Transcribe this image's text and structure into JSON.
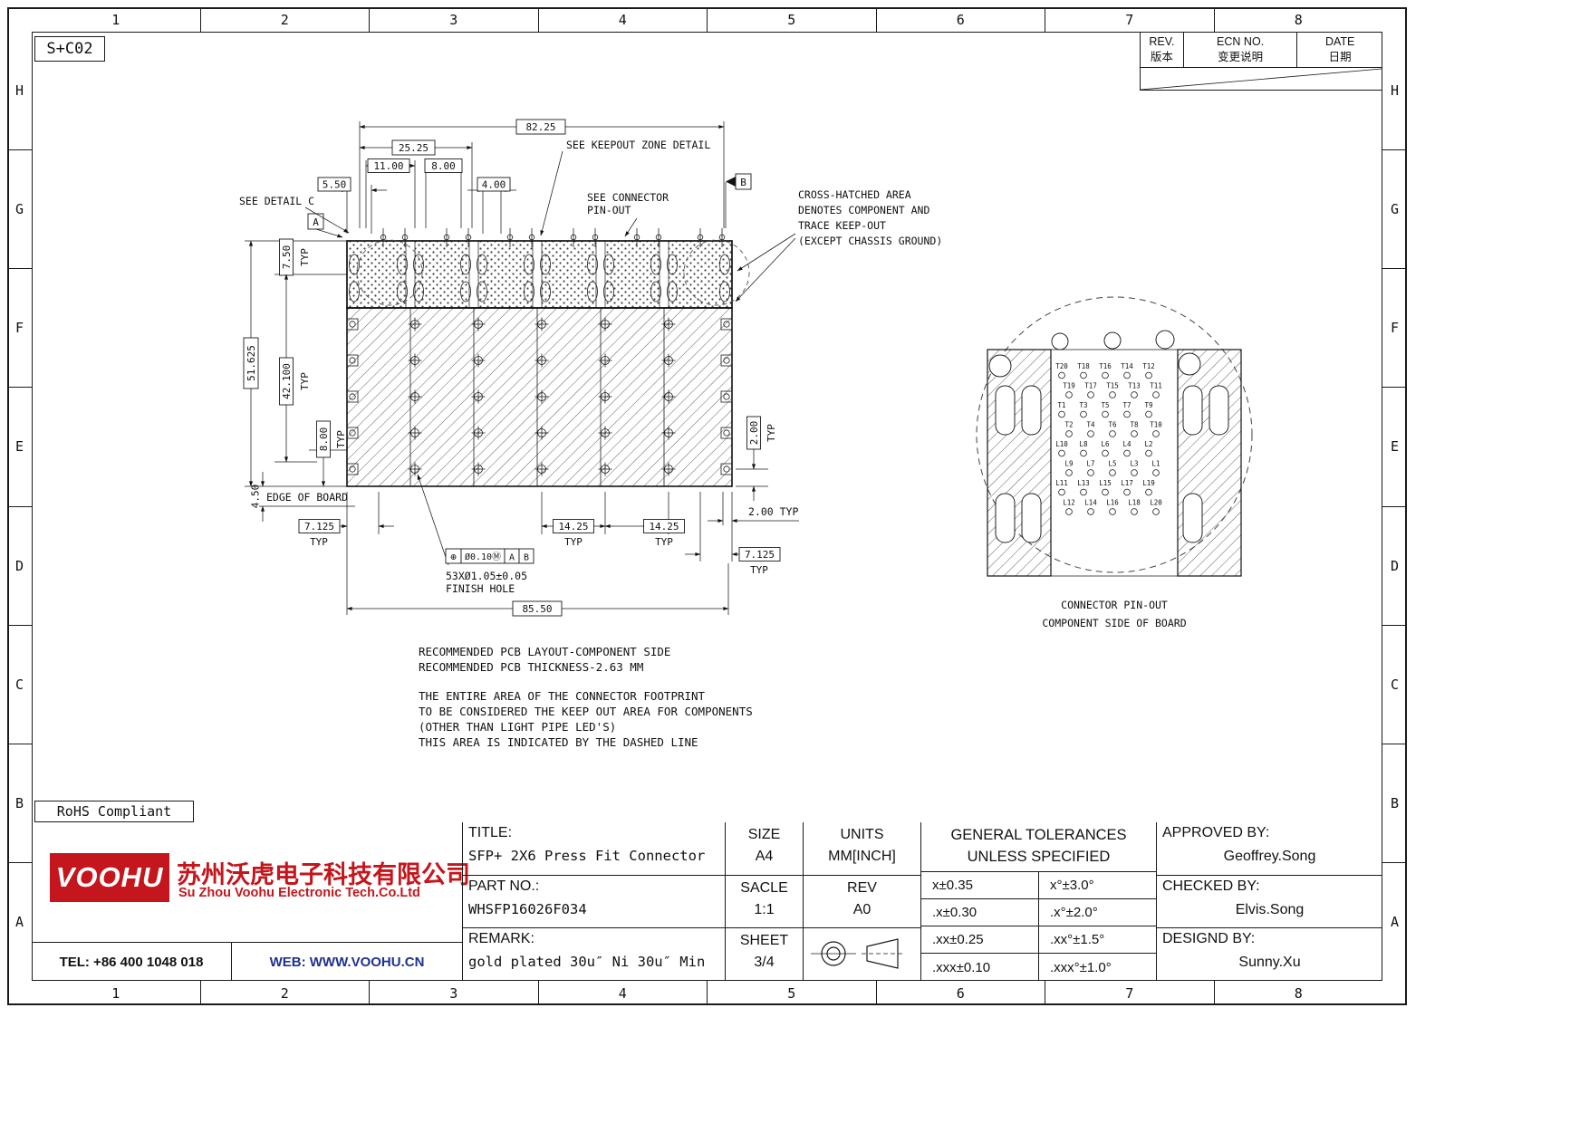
{
  "frame": {
    "code": "S+C02",
    "cols": [
      "1",
      "2",
      "3",
      "4",
      "5",
      "6",
      "7",
      "8"
    ],
    "rows": [
      "H",
      "G",
      "F",
      "E",
      "D",
      "C",
      "B",
      "A"
    ],
    "rohs": "RoHS Compliant"
  },
  "rev_table": {
    "rev1": "REV.",
    "rev2": "版本",
    "ecn1": "ECN NO.",
    "ecn2": "变更说明",
    "date1": "DATE",
    "date2": "日期"
  },
  "cad": {
    "dim_82_25": "82.25",
    "dim_25_25": "25.25",
    "dim_11_00": "11.00",
    "dim_8_00_top": "8.00",
    "dim_5_50": "5.50",
    "dim_4_00": "4.00",
    "dim_7_50": "7.50",
    "dim_51_625": "51.625",
    "dim_42_100": "42.100",
    "dim_8_00_left": "8.00",
    "dim_4_50": "4.50",
    "dim_7_125_left": "7.125",
    "dim_14_25_a": "14.25",
    "dim_14_25_b": "14.25",
    "dim_2_00_typ_h": "2.00 TYP",
    "dim_7_125_right": "7.125",
    "dim_2_00_right": "2.00",
    "dim_85_50": "85.50",
    "typ": "TYP",
    "edge_of_board": "EDGE OF BOARD",
    "see_keepout": "SEE KEEPOUT ZONE DETAIL",
    "see_detail_c": "SEE DETAIL C",
    "see_connector_1": "SEE CONNECTOR",
    "see_connector_2": "PIN-OUT",
    "crosshatch_1": "CROSS-HATCHED AREA",
    "crosshatch_2": "DENOTES COMPONENT AND",
    "crosshatch_3": "TRACE KEEP-OUT",
    "crosshatch_4": "(EXCEPT CHASSIS GROUND)",
    "datum_a": "A",
    "datum_b": "B",
    "fcf_sym": "⊕",
    "fcf_tol": "Ø0.10Ⓜ",
    "fcf_a": "A",
    "fcf_b": "B",
    "hole_note_1": "53XØ1.05±0.05",
    "hole_note_2": "FINISH HOLE",
    "note_1": "RECOMMENDED PCB LAYOUT-COMPONENT SIDE",
    "note_2": "RECOMMENDED PCB THICKNESS-2.63 MM",
    "note_3": "THE ENTIRE AREA OF THE CONNECTOR FOOTPRINT",
    "note_4": "TO BE CONSIDERED THE KEEP OUT AREA FOR COMPONENTS",
    "note_5": "(OTHER THAN LIGHT PIPE LED'S)",
    "note_6": "THIS AREA IS INDICATED BY THE DASHED LINE"
  },
  "pinout": {
    "rows": [
      [
        "T20",
        "T18",
        "T16",
        "T14",
        "T12"
      ],
      [
        "T19",
        "T17",
        "T15",
        "T13",
        "T11"
      ],
      [
        "T1",
        "T3",
        "T5",
        "T7",
        "T9"
      ],
      [
        "T2",
        "T4",
        "T6",
        "T8",
        "T10"
      ],
      [
        "L10",
        "L8",
        "L6",
        "L4",
        "L2"
      ],
      [
        "L9",
        "L7",
        "L5",
        "L3",
        "L1"
      ],
      [
        "L11",
        "L13",
        "L15",
        "L17",
        "L19"
      ],
      [
        "L12",
        "L14",
        "L16",
        "L18",
        "L20"
      ]
    ],
    "caption1": "CONNECTOR PIN-OUT",
    "caption2": "COMPONENT SIDE OF BOARD"
  },
  "title_block": {
    "logo_text": "VOOHU",
    "company_cn": "苏州沃虎电子科技有限公司",
    "company_en": "Su Zhou Voohu Electronic Tech.Co.Ltd",
    "tel": "TEL: +86 400 1048 018",
    "web": "WEB: WWW.VOOHU.CN",
    "title_label": "TITLE:",
    "title_value": "SFP+ 2X6 Press Fit Connector",
    "part_label": "PART NO.:",
    "part_value": "WHSFP16026F034",
    "remark_label": "REMARK:",
    "remark_value": "gold plated 30u″ Ni 30u″ Min",
    "size_label": "SIZE",
    "size_value": "A4",
    "scale_label": "SACLE",
    "scale_value": "1:1",
    "sheet_label": "SHEET",
    "sheet_value": "3/4",
    "units_label": "UNITS",
    "units_value": "MM[INCH]",
    "rev_label": "REV",
    "rev_value": "A0",
    "tol_header1": "GENERAL TOLERANCES",
    "tol_header2": "UNLESS SPECIFIED",
    "tol": [
      [
        "x±0.35",
        "x°±3.0°"
      ],
      [
        ".x±0.30",
        ".x°±2.0°"
      ],
      [
        ".xx±0.25",
        ".xx°±1.5°"
      ],
      [
        ".xxx±0.10",
        ".xxx°±1.0°"
      ]
    ],
    "approved_label": "APPROVED BY:",
    "approved_value": "Geoffrey.Song",
    "checked_label": "CHECKED BY:",
    "checked_value": "Elvis.Song",
    "designed_label": "DESIGND BY:",
    "designed_value": "Sunny.Xu"
  }
}
